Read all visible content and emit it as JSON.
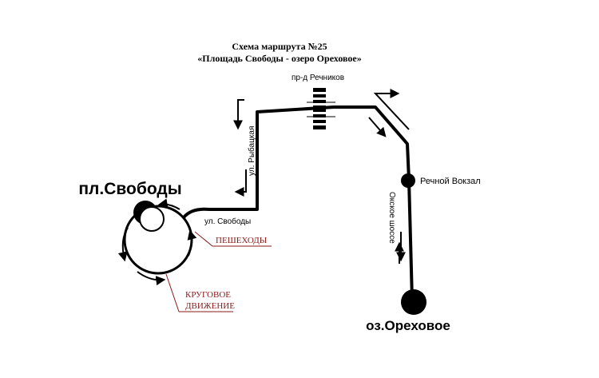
{
  "map": {
    "title_line1": "Схема маршрута №25",
    "title_line2": "«Площадь Свободы - озеро Ореховое»",
    "labels": {
      "start_stop": "пл.Свободы",
      "end_stop": "оз.Ореховое",
      "mid_stop": "Речной Вокзал",
      "street_svobody": "ул. Свободы",
      "street_rybatskaya": "ул. Рыбацкая",
      "proezd_rechnikov": "пр-д Речников",
      "highway_okskoe": "Окское шоссе"
    },
    "notes": {
      "pedestrians": "ПЕШЕХОДЫ",
      "roundabout_line1": "КРУГОВОЕ",
      "roundabout_line2": "ДВИЖЕНИЕ"
    },
    "colors": {
      "route": "#000000",
      "note": "#8b1a1a"
    }
  }
}
